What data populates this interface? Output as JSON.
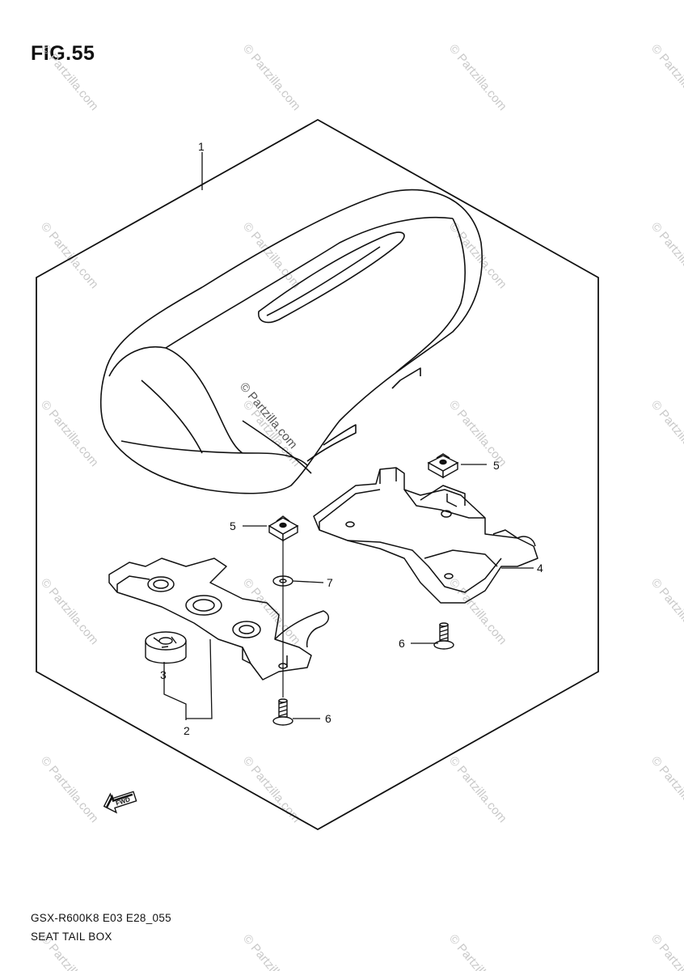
{
  "figure": {
    "title": "FIG.55",
    "code": "GSX-R600K8 E03 E28_055",
    "name": "SEAT TAIL BOX"
  },
  "callouts": [
    {
      "id": "1",
      "label": "1"
    },
    {
      "id": "2",
      "label": "2"
    },
    {
      "id": "3",
      "label": "3"
    },
    {
      "id": "4",
      "label": "4"
    },
    {
      "id": "5a",
      "label": "5"
    },
    {
      "id": "5b",
      "label": "5"
    },
    {
      "id": "6a",
      "label": "6"
    },
    {
      "id": "6b",
      "label": "6"
    },
    {
      "id": "7",
      "label": "7"
    }
  ],
  "direction_marker": {
    "label": "FWD"
  },
  "watermark": {
    "text": "© Partzilla.com"
  },
  "colors": {
    "line": "#111111",
    "watermark": "#c9c9c9"
  }
}
